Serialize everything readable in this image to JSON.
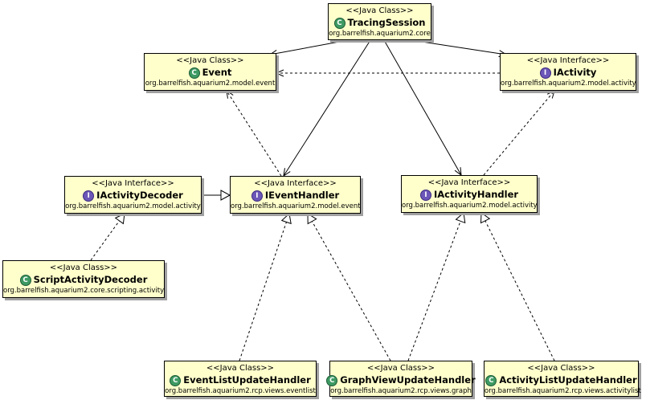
{
  "nodes": {
    "tracing_session": {
      "stereotype": "<<Java Class>>",
      "kind": "class",
      "badge": "C",
      "name": "TracingSession",
      "package": "org.barrelfish.aquarium2.core"
    },
    "event": {
      "stereotype": "<<Java Class>>",
      "kind": "class",
      "badge": "C",
      "name": "Event",
      "package": "org.barrelfish.aquarium2.model.event"
    },
    "iactivity": {
      "stereotype": "<<Java Interface>>",
      "kind": "interface",
      "badge": "I",
      "name": "IActivity",
      "package": "org.barrelfish.aquarium2.model.activity"
    },
    "iactivity_decoder": {
      "stereotype": "<<Java Interface>>",
      "kind": "interface",
      "badge": "I",
      "name": "IActivityDecoder",
      "package": "org.barrelfish.aquarium2.model.activity"
    },
    "ievent_handler": {
      "stereotype": "<<Java Interface>>",
      "kind": "interface",
      "badge": "I",
      "name": "IEventHandler",
      "package": "org.barrelfish.aquarium2.model.event"
    },
    "iactivity_handler": {
      "stereotype": "<<Java Interface>>",
      "kind": "interface",
      "badge": "I",
      "name": "IActivityHandler",
      "package": "org.barrelfish.aquarium2.model.activity"
    },
    "script_activity_decoder": {
      "stereotype": "<<Java Class>>",
      "kind": "class",
      "badge": "C",
      "name": "ScriptActivityDecoder",
      "package": "org.barrelfish.aquarium2.core.scripting.activity"
    },
    "event_list_update_handler": {
      "stereotype": "<<Java Class>>",
      "kind": "class",
      "badge": "C",
      "name": "EventListUpdateHandler",
      "package": "org.barrelfish.aquarium2.rcp.views.eventlist"
    },
    "graph_view_update_handler": {
      "stereotype": "<<Java Class>>",
      "kind": "class",
      "badge": "C",
      "name": "GraphViewUpdateHandler",
      "package": "org.barrelfish.aquarium2.rcp.views.graph"
    },
    "activity_list_update_handler": {
      "stereotype": "<<Java Class>>",
      "kind": "class",
      "badge": "C",
      "name": "ActivityListUpdateHandler",
      "package": "org.barrelfish.aquarium2.rcp.views.activitylist"
    }
  },
  "edges": [
    {
      "from": "tracing_session",
      "to": "event",
      "type": "association"
    },
    {
      "from": "tracing_session",
      "to": "iactivity",
      "type": "association"
    },
    {
      "from": "tracing_session",
      "to": "ievent_handler",
      "type": "association"
    },
    {
      "from": "tracing_session",
      "to": "iactivity_handler",
      "type": "association"
    },
    {
      "from": "iactivity",
      "to": "event",
      "type": "dependency"
    },
    {
      "from": "ievent_handler",
      "to": "event",
      "type": "dependency"
    },
    {
      "from": "iactivity_handler",
      "to": "iactivity",
      "type": "dependency"
    },
    {
      "from": "iactivity_decoder",
      "to": "ievent_handler",
      "type": "generalization"
    },
    {
      "from": "script_activity_decoder",
      "to": "iactivity_decoder",
      "type": "realization"
    },
    {
      "from": "event_list_update_handler",
      "to": "ievent_handler",
      "type": "realization"
    },
    {
      "from": "graph_view_update_handler",
      "to": "ievent_handler",
      "type": "realization"
    },
    {
      "from": "graph_view_update_handler",
      "to": "iactivity_handler",
      "type": "realization"
    },
    {
      "from": "activity_list_update_handler",
      "to": "iactivity_handler",
      "type": "realization"
    }
  ]
}
